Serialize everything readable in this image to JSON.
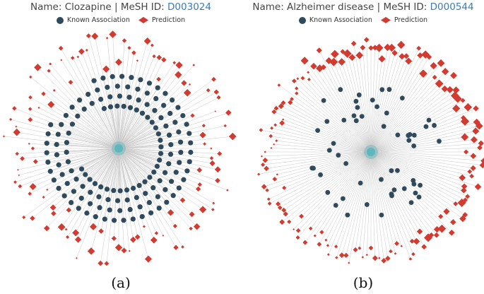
{
  "panels": [
    {
      "id": "a",
      "name_label": "Name: Clozapine",
      "separator": "|",
      "mesh_label": "MeSH ID:",
      "mesh_id": "D003024",
      "legend": {
        "known": "Known Association",
        "prediction": "Prediction"
      },
      "caption": "(a)"
    },
    {
      "id": "b",
      "name_label": "Name: Alzheimer disease",
      "separator": "|",
      "mesh_label": "MeSH ID:",
      "mesh_id": "D000544",
      "legend": {
        "known": "Known Association",
        "prediction": "Prediction"
      },
      "caption": "(b)"
    }
  ],
  "colors": {
    "known": "#2f4a5c",
    "prediction": "#d23b30",
    "center": "#5fb7bd",
    "edge": "#c8c8c8"
  }
}
